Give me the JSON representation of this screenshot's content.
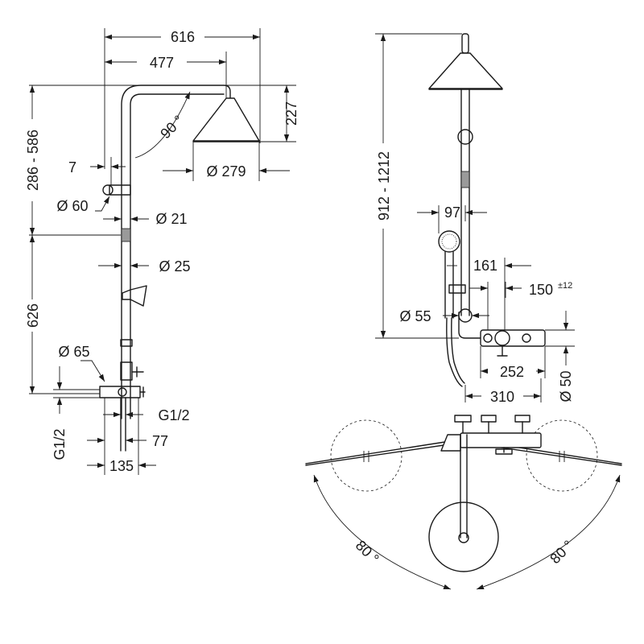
{
  "side_view": {
    "width_616": "616",
    "width_477": "477",
    "height_227": "227",
    "angle_90": "90 °",
    "dia_279": "Ø 279",
    "offset_7": "7",
    "height_286_586": "286 - 586",
    "dia_60": "Ø 60",
    "dia_21": "Ø 21",
    "dia_25": "Ø 25",
    "height_626": "626",
    "dia_65": "Ø 65",
    "thread_g12_right": "G1/2",
    "thread_g12_left": "G1/2",
    "depth_77": "77",
    "depth_135": "135"
  },
  "front_view": {
    "height_912_1212": "912 - 1212",
    "width_97": "97",
    "width_161": "161",
    "width_150": "150",
    "tolerance_12": "±12",
    "dia_55": "Ø 55",
    "width_252": "252",
    "width_310": "310",
    "dia_50": "Ø 50"
  },
  "top_view": {
    "angle_left": "80 °",
    "angle_right": "80 °"
  }
}
